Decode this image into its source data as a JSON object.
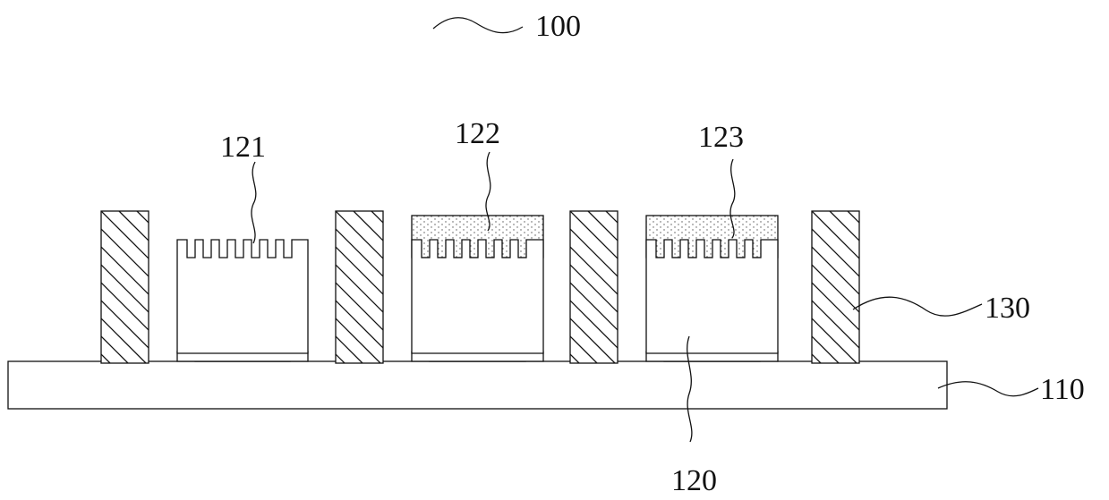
{
  "labels": {
    "device": "100",
    "substrate": "110",
    "chip": "120",
    "chip_first": "121",
    "chip_second": "122",
    "chip_third": "123",
    "retaining_wall": "130"
  },
  "colors": {
    "line": "#111111",
    "background": "#ffffff",
    "dots": "#555555"
  }
}
